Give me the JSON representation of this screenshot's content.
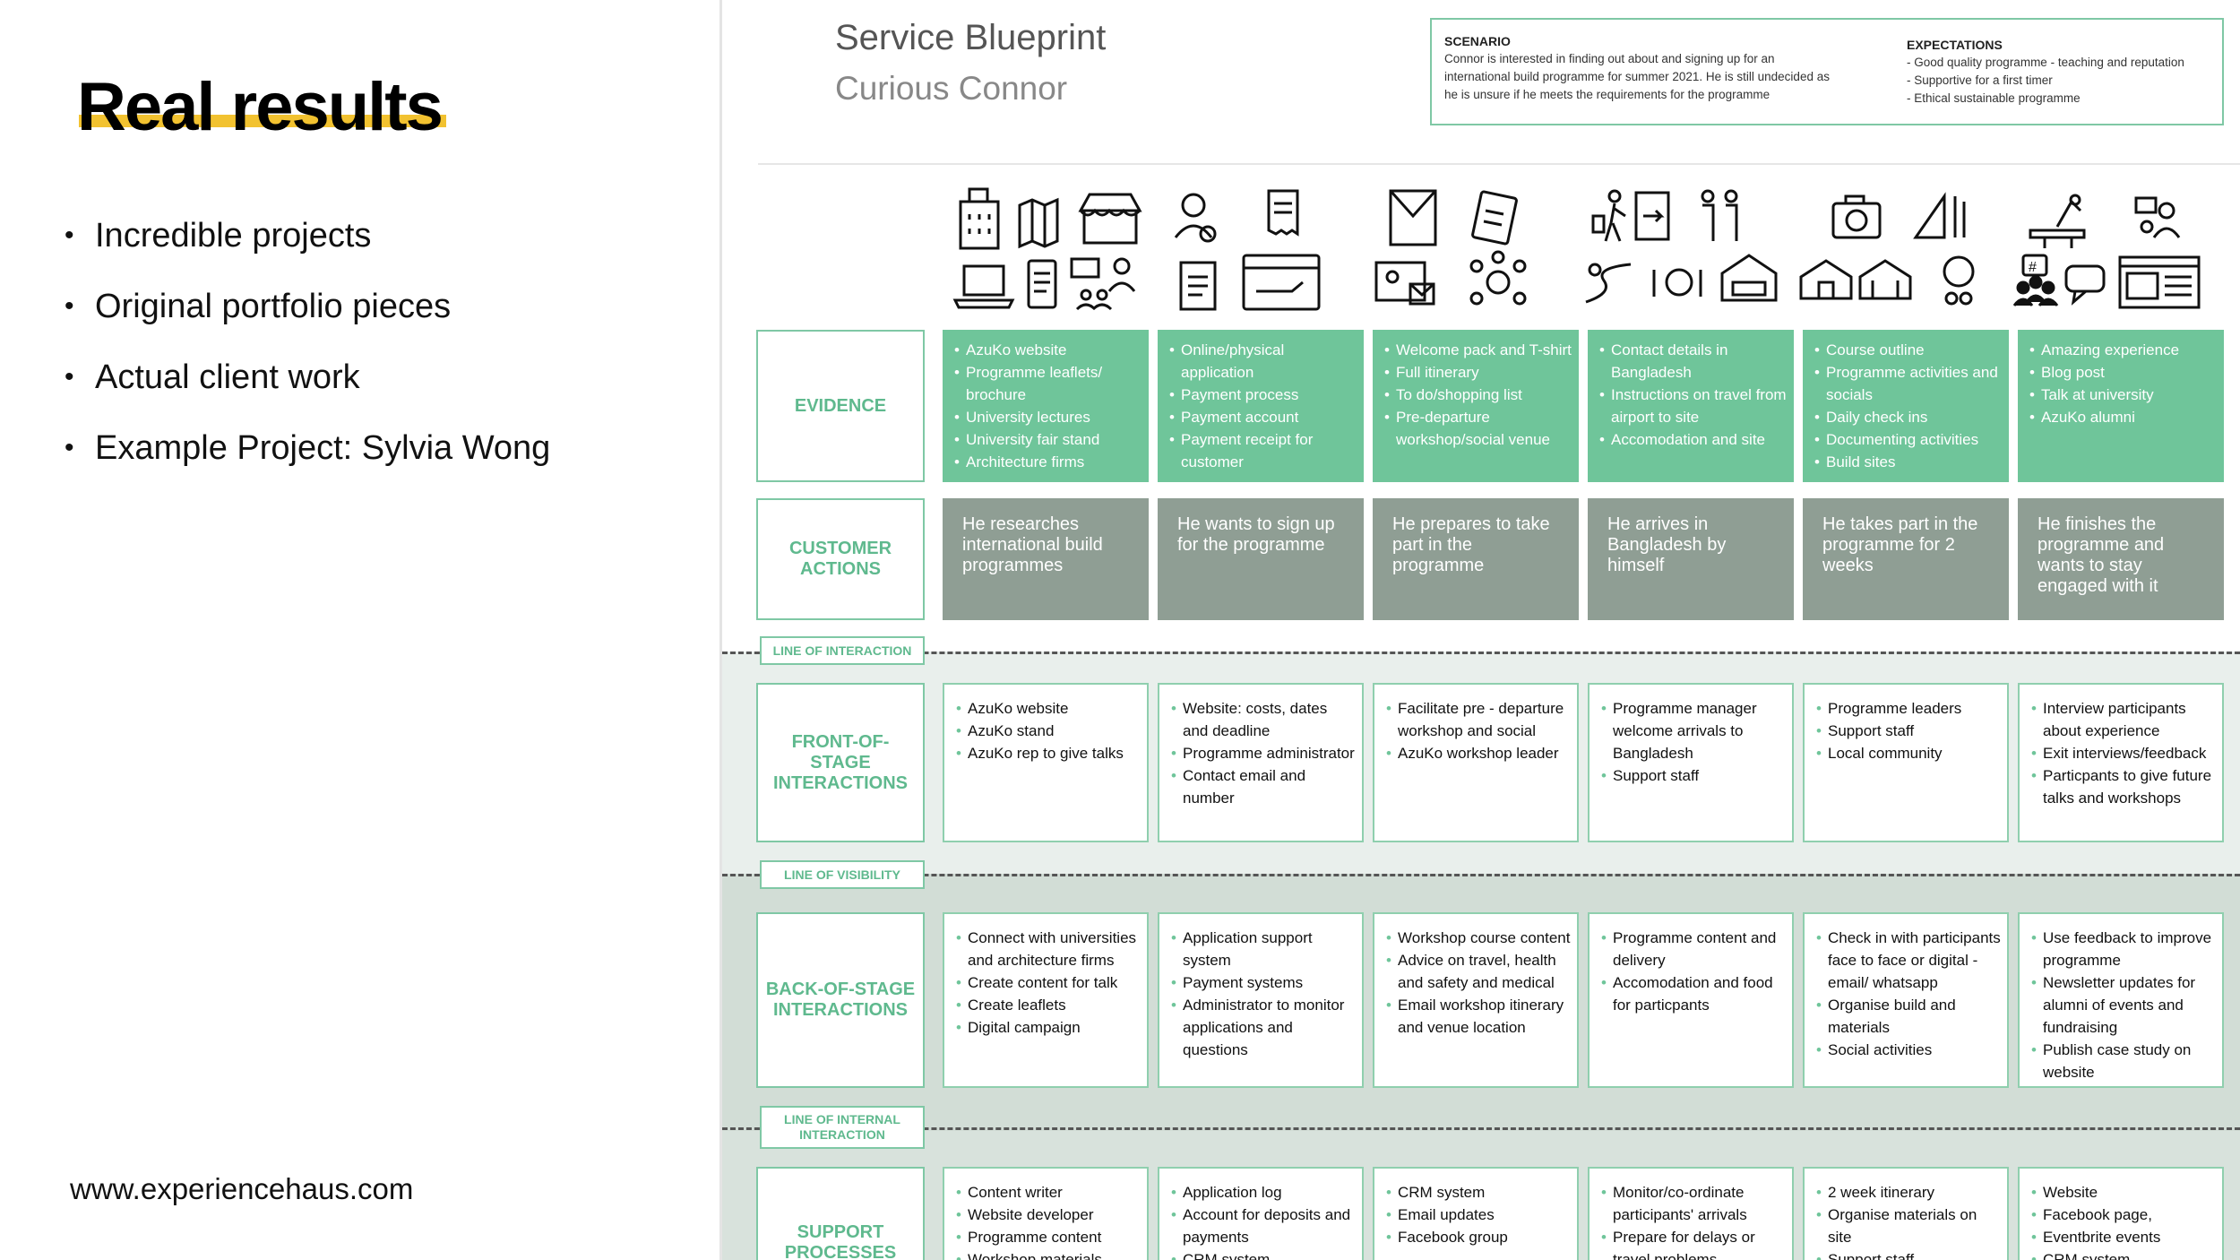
{
  "slide": {
    "title": "Real results",
    "bullets": [
      "Incredible projects",
      "Original portfolio pieces",
      "Actual client work",
      "Example Project: Sylvia Wong"
    ],
    "url": "www.experiencehaus.com"
  },
  "colors": {
    "accent_yellow": "#f2c230",
    "green": "#6fc59a",
    "grey_green": "#8f9e94",
    "label_green": "#5fb98e"
  },
  "blueprint": {
    "title": "Service Blueprint",
    "subtitle": "Curious Connor",
    "scenario": {
      "heading": "SCENARIO",
      "lines": [
        "Connor is interested in finding out about and signing up for an",
        "international build programme for summer 2021. He is still undecided as",
        "he is unsure if he meets the requirements for the programme"
      ]
    },
    "expectations": {
      "heading": "EXPECTATIONS",
      "lines": [
        "- Good quality programme - teaching and reputation",
        "- Supportive for a first timer",
        "- Ethical sustainable programme"
      ]
    },
    "icon_groups": [
      [
        "building-icon",
        "map-icon",
        "market-stall-icon",
        "laptop-icon",
        "leaflet-icon",
        "lecture-icon"
      ],
      [
        "call-center-icon",
        "receipt-icon",
        "document-icon",
        "card-payment-icon"
      ],
      [
        "envelope-icon",
        "clipboard-icon",
        "email-icon",
        "network-icon"
      ],
      [
        "traveller-icon",
        "airport-icon",
        "route-icon",
        "dining-icon",
        "accommodation-icon"
      ],
      [
        "camera-icon",
        "drafting-tools-icon",
        "house-icon",
        "school-icon",
        "community-icon"
      ],
      [
        "presentation-icon",
        "interview-icon",
        "social-media-icon",
        "chat-icon",
        "website-icon"
      ]
    ],
    "line_labels": {
      "interaction": "LINE OF INTERACTION",
      "visibility": "LINE OF VISIBILITY",
      "internal": "LINE OF INTERNAL INTERACTION"
    },
    "rows": {
      "evidence": {
        "label": "EVIDENCE",
        "cells": [
          [
            "AzuKo website",
            "Programme leaflets/ brochure",
            "University lectures",
            "University fair stand",
            "Architecture firms"
          ],
          [
            "Online/physical application",
            "Payment process",
            "Payment account",
            "Payment receipt for customer"
          ],
          [
            "Welcome pack and T-shirt",
            "Full itinerary",
            "To do/shopping list",
            "Pre-departure workshop/social venue"
          ],
          [
            "Contact details in Bangladesh",
            "Instructions on travel from airport to site",
            "Accomodation and site"
          ],
          [
            "Course outline",
            "Programme activities and socials",
            "Daily check ins",
            "Documenting activities",
            "Build sites"
          ],
          [
            "Amazing experience",
            "Blog post",
            "Talk at university",
            "AzuKo alumni"
          ]
        ]
      },
      "customer_actions": {
        "label": "CUSTOMER ACTIONS",
        "cells": [
          "He researches international build programmes",
          "He wants to sign up for the programme",
          "He prepares to take part in the programme",
          "He arrives in Bangladesh by himself",
          "He takes part in the programme for 2 weeks",
          "He finishes the programme and wants to stay engaged with it"
        ]
      },
      "front_stage": {
        "label": "FRONT-OF-STAGE INTERACTIONS",
        "cells": [
          [
            "AzuKo website",
            "AzuKo stand",
            "AzuKo rep to give talks"
          ],
          [
            "Website: costs, dates and deadline",
            "Programme administrator",
            "Contact email and number"
          ],
          [
            "Facilitate pre - departure workshop and social",
            "AzuKo workshop leader"
          ],
          [
            "Programme manager welcome arrivals to Bangladesh",
            "Support staff"
          ],
          [
            "Programme leaders",
            "Support staff",
            "Local community"
          ],
          [
            "Interview participants about experience",
            "Exit interviews/feedback",
            "Particpants to give future talks and workshops"
          ]
        ]
      },
      "back_stage": {
        "label": "BACK-OF-STAGE INTERACTIONS",
        "cells": [
          [
            "Connect with universities and architecture firms",
            "Create content for talk",
            "Create leaflets",
            "Digital campaign"
          ],
          [
            "Application support system",
            "Payment systems",
            "Administrator to monitor applications and questions"
          ],
          [
            "Workshop course content",
            "Advice on travel, health and safety and medical",
            "Email workshop itinerary and venue location"
          ],
          [
            "Programme content and delivery",
            "Accomodation and food for particpants"
          ],
          [
            "Check in with participants face to face or digital - email/ whatsapp",
            "Organise build and materials",
            "Social activities"
          ],
          [
            "Use feedback to improve programme",
            "Newsletter updates for alumni of events and fundraising",
            "Publish case study on website"
          ]
        ]
      },
      "support": {
        "label": "SUPPORT PROCESSES",
        "cells": [
          [
            "Content writer",
            "Website developer",
            "Programme content",
            "Workshop materials"
          ],
          [
            "Application log",
            "Account for deposits and payments",
            "CRM system"
          ],
          [
            "CRM system",
            "Email updates",
            "Facebook group"
          ],
          [
            "Monitor/co-ordinate participants' arrivals",
            "Prepare for delays or travel problems"
          ],
          [
            "2 week itinerary",
            "Organise materials on site",
            "Support staff"
          ],
          [
            "Website",
            "Facebook page,",
            "Eventbrite events",
            "CRM system"
          ]
        ]
      }
    }
  }
}
